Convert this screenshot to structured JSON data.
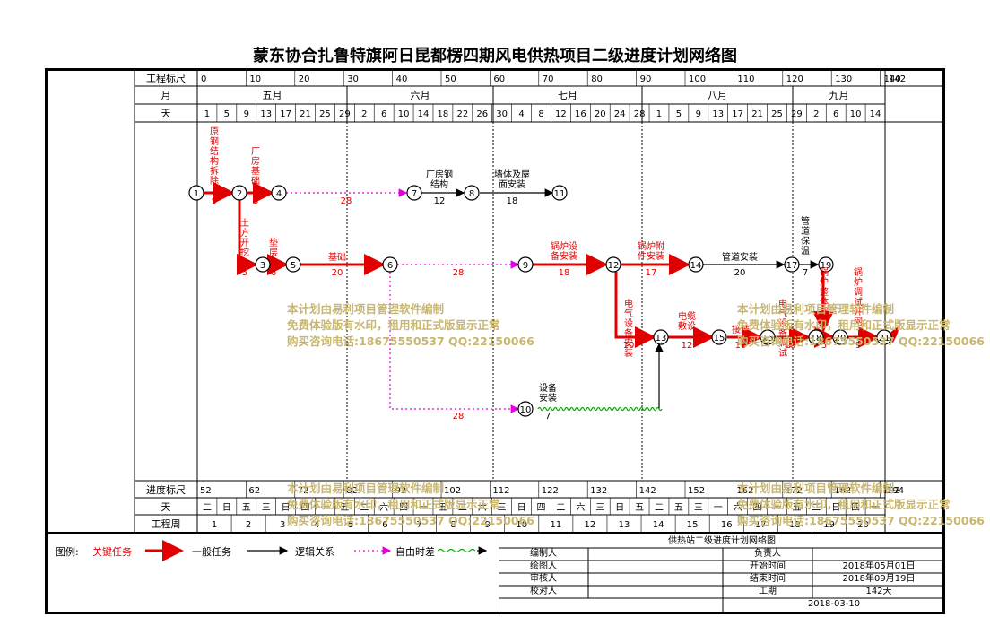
{
  "title": "蒙东协合扎鲁特旗阿日昆都楞四期风电供热项目二级进度计划网络图",
  "rows": {
    "top_scale": "工程标尺",
    "month": "月",
    "day": "天",
    "progress_scale": "进度标尺",
    "weekday": "天",
    "work_week": "工程周"
  },
  "top_scale_ticks": [
    "0",
    "10",
    "20",
    "30",
    "40",
    "50",
    "60",
    "70",
    "80",
    "90",
    "100",
    "110",
    "120",
    "130",
    "140"
  ],
  "top_scale_end": "142",
  "months": [
    "五月",
    "六月",
    "七月",
    "八月",
    "九月"
  ],
  "days": [
    "1",
    "5",
    "9",
    "13",
    "17",
    "21",
    "25",
    "29",
    "2",
    "6",
    "10",
    "14",
    "18",
    "22",
    "26",
    "30",
    "4",
    "8",
    "12",
    "16",
    "20",
    "24",
    "28",
    "1",
    "5",
    "9",
    "13",
    "17",
    "21",
    "25",
    "29",
    "2",
    "6",
    "10",
    "14"
  ],
  "progress_ticks": [
    "52",
    "62",
    "72",
    "82",
    "92",
    "102",
    "112",
    "122",
    "132",
    "142",
    "152",
    "162",
    "172",
    "182",
    "192"
  ],
  "progress_end": "194",
  "weekdays": [
    "二",
    "日",
    "五",
    "三",
    "日",
    "四",
    "一",
    "五",
    "二",
    "六",
    "四",
    "一",
    "五",
    "二",
    "六",
    "三",
    "日",
    "四",
    "二",
    "六",
    "三",
    "日",
    "五",
    "二",
    "五",
    "三",
    "一",
    "六",
    "四",
    "一",
    "五",
    "二",
    "日",
    "四",
    "一"
  ],
  "work_weeks": [
    "1",
    "2",
    "3",
    "4",
    "5",
    "6",
    "7",
    "8",
    "9",
    "10",
    "11",
    "12",
    "13",
    "14",
    "15",
    "16",
    "17",
    "18",
    "19",
    "20"
  ],
  "nodes": [
    "1",
    "2",
    "3",
    "4",
    "5",
    "6",
    "7",
    "8",
    "9",
    "10",
    "11",
    "12",
    "13",
    "14",
    "15",
    "16",
    "17",
    "18",
    "19",
    "20",
    "21"
  ],
  "tasks": [
    {
      "id": "t1",
      "name": "原钢结构拆除",
      "dur": "9"
    },
    {
      "id": "t2",
      "name": "厂房基础",
      "dur": "8"
    },
    {
      "id": "t3",
      "name": "",
      "dur": "28"
    },
    {
      "id": "t4",
      "name": "厂房钢结构",
      "dur": "12"
    },
    {
      "id": "t5",
      "name": "墙体及屋面安装",
      "dur": "18"
    },
    {
      "id": "t6",
      "name": "土方开挖",
      "dur": "5"
    },
    {
      "id": "t7",
      "name": "垫层",
      "dur": "6"
    },
    {
      "id": "t8",
      "name": "基础",
      "dur": "20"
    },
    {
      "id": "t9",
      "name": "",
      "dur": "28"
    },
    {
      "id": "t10",
      "name": "锅炉设备安装",
      "dur": "18"
    },
    {
      "id": "t11",
      "name": "锅炉附件安装",
      "dur": "17"
    },
    {
      "id": "t12",
      "name": "管道安装",
      "dur": "20"
    },
    {
      "id": "t13",
      "name": "管道保温",
      "dur": "7"
    },
    {
      "id": "t14",
      "name": "电气设备安装",
      "dur": "10"
    },
    {
      "id": "t15",
      "name": "电缆敷设",
      "dur": "12"
    },
    {
      "id": "t16",
      "name": "接线",
      "dur": "10"
    },
    {
      "id": "t17",
      "name": "电气设备调试",
      "dur": "10"
    },
    {
      "id": "t18",
      "name": "锅炉整体调试",
      "dur": "5"
    },
    {
      "id": "t19",
      "name": "",
      "dur": ""
    },
    {
      "id": "t20",
      "name": "锅炉调试并网",
      "dur": "9"
    },
    {
      "id": "t21",
      "name": "",
      "dur": "28"
    },
    {
      "id": "t22",
      "name": "设备安装",
      "dur": "7"
    }
  ],
  "watermark": [
    "本计划由易利项目管理软件编制",
    "免费体验版有水印，租用和正式版显示正常",
    "购买咨询电话:18675550537 QQ:22150066"
  ],
  "legend": {
    "label": "图例:",
    "critical": "关键任务",
    "general": "一般任务",
    "logic": "逻辑关系",
    "float": "自由时差",
    "wave": "~~~~~"
  },
  "info_table": {
    "heading": "供热站二级进度计划网络图",
    "rows": [
      {
        "k1": "编制人",
        "v1": "",
        "k2": "负责人",
        "v2": ""
      },
      {
        "k1": "绘图人",
        "v1": "",
        "k2": "开始时间",
        "v2": "2018年05月01日"
      },
      {
        "k1": "审核人",
        "v1": "",
        "k2": "结束时间",
        "v2": "2018年09月19日"
      },
      {
        "k1": "校对人",
        "v1": "",
        "k2": "工期",
        "v2": "142天"
      }
    ],
    "date": "2018-03-10"
  },
  "colors": {
    "critical": "#e00000",
    "general": "#000000",
    "float": "#e000e0",
    "wave": "#00b000",
    "watermark": "#c9b770"
  }
}
